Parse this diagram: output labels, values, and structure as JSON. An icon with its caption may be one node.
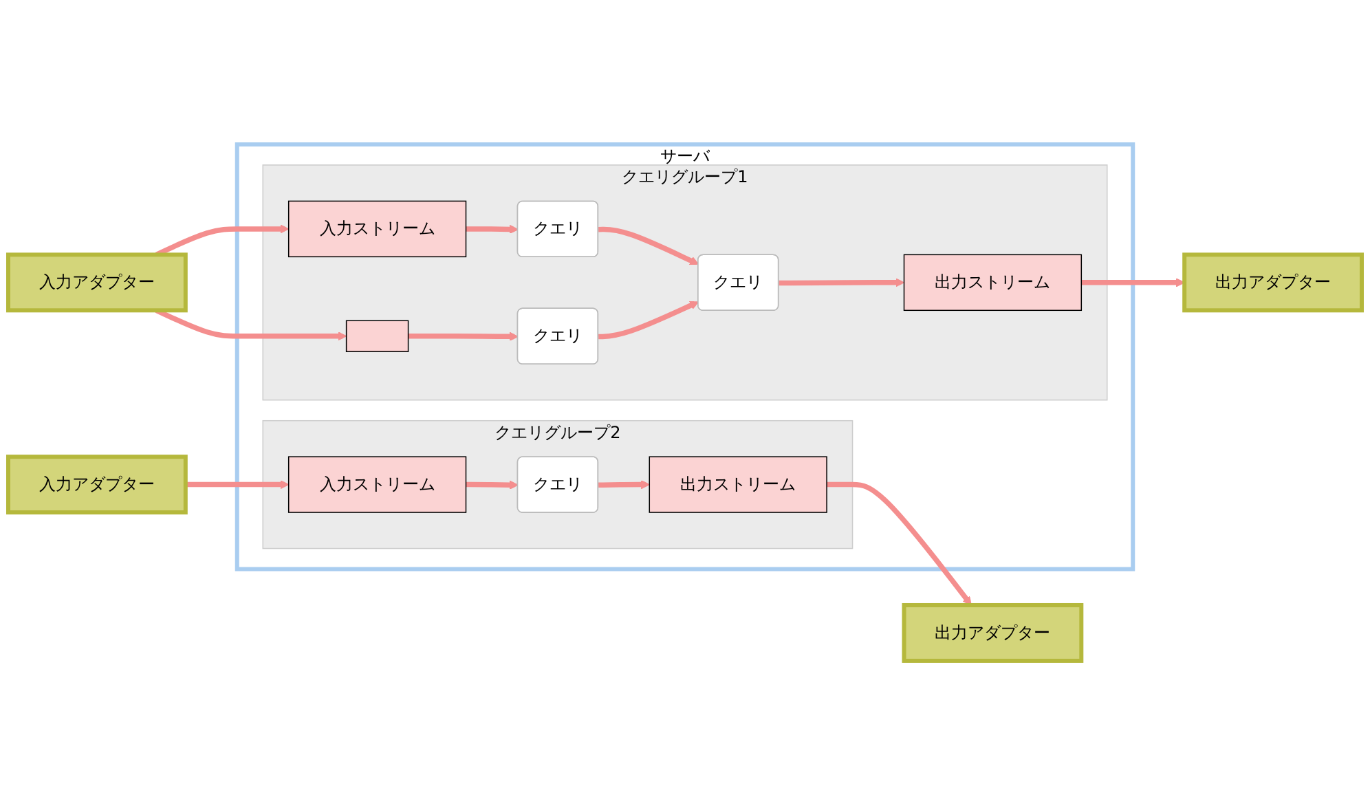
{
  "diagram": {
    "nodes": [
      {
        "text": [
          "入力アダプター"
        ]
      },
      {
        "text": [
          "入力アダプター"
        ]
      },
      {
        "text": [
          "サーバ"
        ]
      },
      {
        "text": [
          "クエリグループ1"
        ],
        "in": 2
      },
      {
        "text": [
          "入力ストリーム"
        ],
        "in": 3
      },
      {
        "text": [],
        "shape": "box",
        "in": 3
      },
      {
        "text": [
          "クエリ"
        ],
        "in": 3
      },
      {
        "text": [
          "クエリ"
        ],
        "in": 3
      },
      {
        "text": [
          "クエリ"
        ],
        "in": 3
      },
      {
        "text": [
          "出力ストリーム"
        ],
        "in": 3
      },
      {
        "text": [
          "クエリグループ2"
        ],
        "in": 2
      },
      {
        "text": [
          "入力ストリーム"
        ],
        "in": 10
      },
      {
        "text": [
          "クエリ"
        ],
        "in": 10
      },
      {
        "text": [
          "出力ストリーム"
        ],
        "in": 10
      },
      {
        "text": [
          "出力アダプター"
        ]
      },
      {
        "text": [
          "出力アダプター"
        ]
      }
    ],
    "edges": [
      {
        "from": 0,
        "to": 4,
        "arrow": "to"
      },
      {
        "from": 0,
        "to": 5,
        "arrow": "to"
      },
      {
        "from": 4,
        "to": 6,
        "arrow": "to"
      },
      {
        "from": 5,
        "to": 7,
        "arrow": "to"
      },
      {
        "from": 6,
        "to": 8,
        "arrow": "to"
      },
      {
        "from": 7,
        "to": 8,
        "arrow": "to"
      },
      {
        "from": 8,
        "to": 9,
        "arrow": "to"
      },
      {
        "from": 9,
        "to": 14,
        "arrow": "to"
      },
      {
        "from": 1,
        "to": 11,
        "arrow": "to"
      },
      {
        "from": 11,
        "to": 12,
        "arrow": "to"
      },
      {
        "from": 12,
        "to": 13,
        "arrow": "to"
      },
      {
        "from": 13,
        "to": 15,
        "arrow": "to"
      }
    ]
  }
}
